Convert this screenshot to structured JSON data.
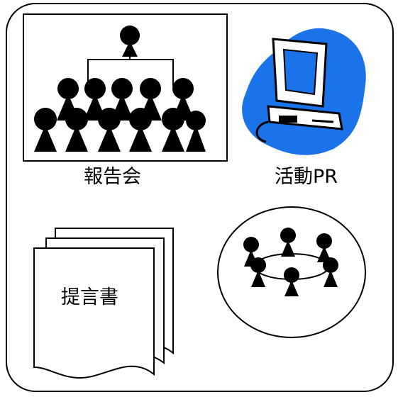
{
  "labels": {
    "report_meeting": "報告会",
    "activity_pr": "活動PR",
    "proposal": "提言書"
  },
  "colors": {
    "line": "#000000",
    "fill_figure": "#000000",
    "computer_blob": "#1a73e8",
    "background": "#ffffff"
  },
  "icons": {
    "report_meeting": "presentation-audience-icon",
    "activity_pr": "computer-icon",
    "proposal": "document-stack-icon",
    "discussion": "round-table-meeting-icon"
  }
}
